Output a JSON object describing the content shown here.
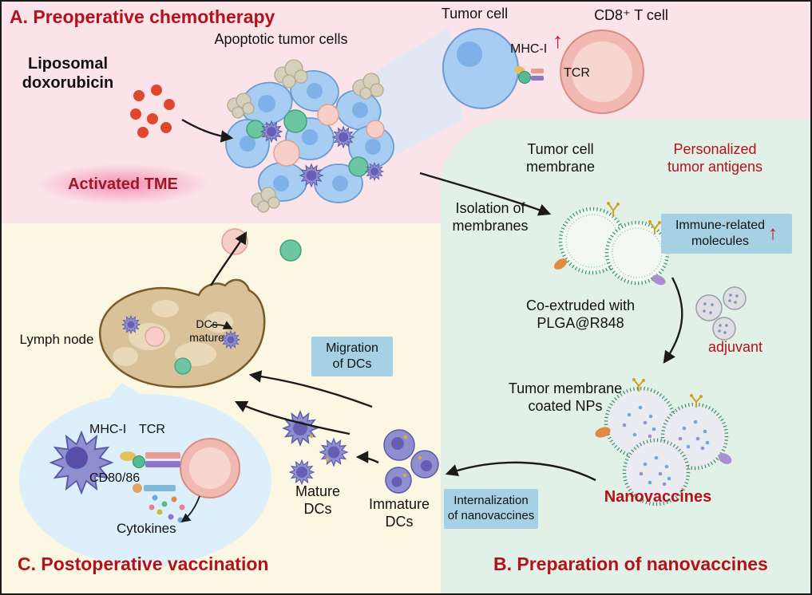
{
  "colors": {
    "accent_red": "#b3121a",
    "panel_a_bg": "#fbe3ea",
    "panel_b_bg": "#e2f1e8",
    "panel_c_bg": "#fbf7e2",
    "info_box_bg": "#a6d0e4",
    "up_arrow_red": "#cc1122"
  },
  "icons": {
    "up_arrow": "↑"
  },
  "panel_a": {
    "title": "A. Preoperative chemotherapy",
    "tumor_cell_label": "Tumor cell",
    "cd8_label": "CD8⁺ T cell",
    "liposomal_label": "Liposomal\ndoxorubicin",
    "apoptotic_label": "Apoptotic tumor cells",
    "tme_label": "Activated TME",
    "mhc1_label": "MHC-I",
    "tcr_label": "TCR"
  },
  "panel_b": {
    "title": "B. Preparation of nanovaccines",
    "membrane_label": "Tumor cell\nmembrane",
    "personalized_label": "Personalized\ntumor antigens",
    "isolation_label": "Isolation of\nmembranes",
    "immune_box_label": "Immune-related\nmolecules",
    "coextruded_label": "Co-extruded with\nPLGA@R848",
    "adjuvant_label": "adjuvant",
    "coated_label": "Tumor membrane\ncoated NPs",
    "nanovaccines_label": "Nanovaccines",
    "internalization_box_label": "Internalization\nof nanovaccines"
  },
  "panel_c": {
    "title": "C. Postoperative vaccination",
    "lymph_node_label": "Lymph node",
    "dcs_mature_label": "DCs\nmature",
    "migration_box_label": "Migration\nof DCs",
    "mature_dcs_label": "Mature\nDCs",
    "immature_dcs_label": "Immature\nDCs",
    "mhc1_label": "MHC-I",
    "tcr_label": "TCR",
    "cd80_label": "CD80/86",
    "cytokines_label": "Cytokines"
  }
}
